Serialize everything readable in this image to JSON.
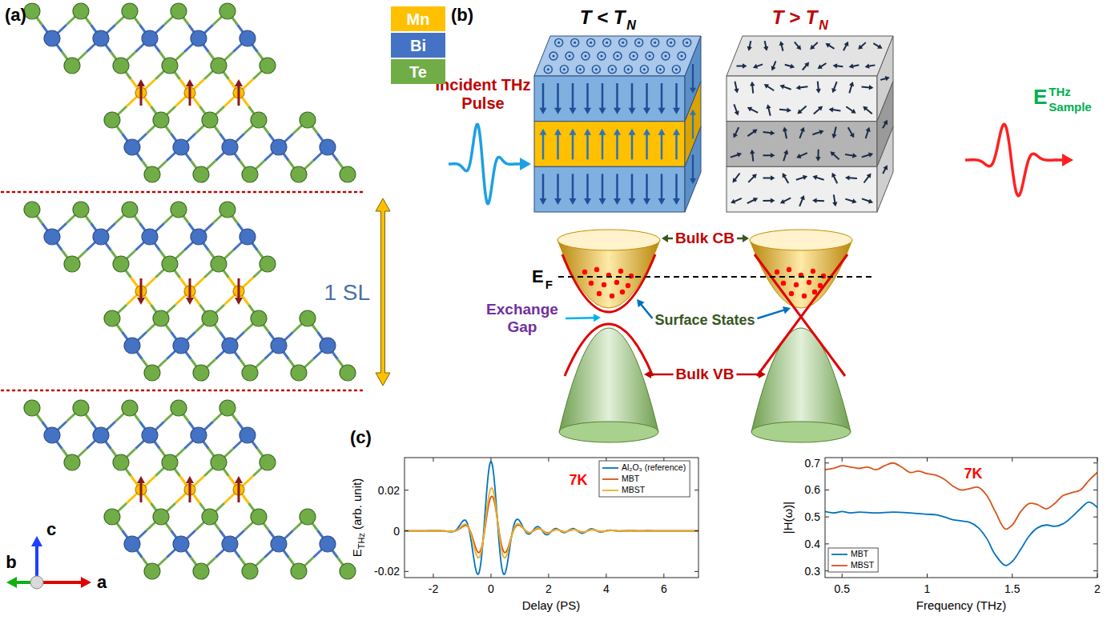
{
  "diagram": {
    "labels": [
      "(a)",
      "1 SL",
      "c",
      "b",
      "a",
      "(b)",
      "Incident THz Pulse",
      "T < T",
      "N",
      "T > T",
      "N",
      "E",
      "THz",
      "Sample",
      "Bulk CB",
      "E",
      "F",
      "Exchange Gap",
      "Surface States",
      "Bulk VB",
      "(c)",
      "7K",
      "E",
      "THz",
      "(arb. unit)",
      "0.02",
      "0",
      "-0.02",
      "-2",
      "0",
      "2",
      "4",
      "6",
      "Delay (PS)",
      "7K",
      "|H(ω)|",
      "0.7",
      "0.6",
      "0.5",
      "0.4",
      "0.3",
      "0.5",
      "1",
      "1.5",
      "2",
      "Frequency (THz)"
    ],
    "legend": [
      {
        "text": "Mn",
        "color": "#ffc000"
      },
      {
        "text": "Bi",
        "color": "#4472c4"
      },
      {
        "text": "Te",
        "color": "#70ad47"
      },
      {
        "text": "Al₂O₃ (reference)"
      },
      {
        "text": "MBT"
      },
      {
        "text": "MBST"
      },
      {
        "text": "MBT"
      },
      {
        "text": "MBST"
      }
    ]
  }
}
